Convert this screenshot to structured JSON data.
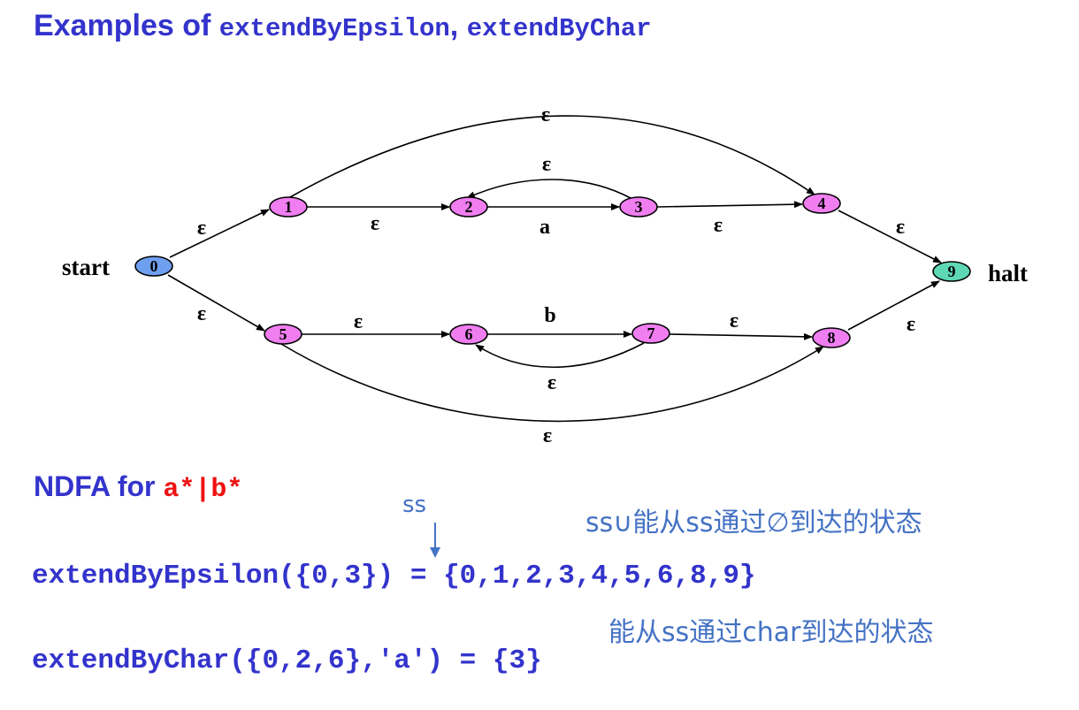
{
  "slide": {
    "title_prefix": "Examples of ",
    "title_fn1": "extendByEpsilon",
    "title_sep": ", ",
    "title_fn2": "extendByChar"
  },
  "diagram": {
    "start_label": "start",
    "halt_label": "halt",
    "node_colors": {
      "start": "#6fa0f0",
      "normal": "#f07ef0",
      "halt": "#5fd8b6"
    },
    "nodes": [
      {
        "id": "0",
        "role": "start"
      },
      {
        "id": "1",
        "role": "normal"
      },
      {
        "id": "2",
        "role": "normal"
      },
      {
        "id": "3",
        "role": "normal"
      },
      {
        "id": "4",
        "role": "normal"
      },
      {
        "id": "5",
        "role": "normal"
      },
      {
        "id": "6",
        "role": "normal"
      },
      {
        "id": "7",
        "role": "normal"
      },
      {
        "id": "8",
        "role": "normal"
      },
      {
        "id": "9",
        "role": "halt"
      }
    ],
    "edges": [
      {
        "from": "0",
        "to": "1",
        "label": "ε"
      },
      {
        "from": "1",
        "to": "2",
        "label": "ε"
      },
      {
        "from": "2",
        "to": "3",
        "label": "a"
      },
      {
        "from": "3",
        "to": "2",
        "label": "ε"
      },
      {
        "from": "3",
        "to": "4",
        "label": "ε"
      },
      {
        "from": "1",
        "to": "4",
        "label": "ε"
      },
      {
        "from": "4",
        "to": "9",
        "label": "ε"
      },
      {
        "from": "0",
        "to": "5",
        "label": "ε"
      },
      {
        "from": "5",
        "to": "6",
        "label": "ε"
      },
      {
        "from": "6",
        "to": "7",
        "label": "b"
      },
      {
        "from": "7",
        "to": "6",
        "label": "ε"
      },
      {
        "from": "7",
        "to": "8",
        "label": "ε"
      },
      {
        "from": "5",
        "to": "8",
        "label": "ε"
      },
      {
        "from": "8",
        "to": "9",
        "label": "ε"
      }
    ]
  },
  "section": {
    "label": "NDFA for ",
    "regex": "a*|b*"
  },
  "annotations": {
    "ss_marker": "ss",
    "note_epsilon": "ss∪能从ss通过∅到达的状态",
    "note_char": "能从ss通过char到达的状态"
  },
  "code": {
    "line1": "extendByEpsilon({0,3}) = {0,1,2,3,4,5,6,8,9}",
    "line2": "extendByChar({0,2,6},'a') = {3}"
  }
}
